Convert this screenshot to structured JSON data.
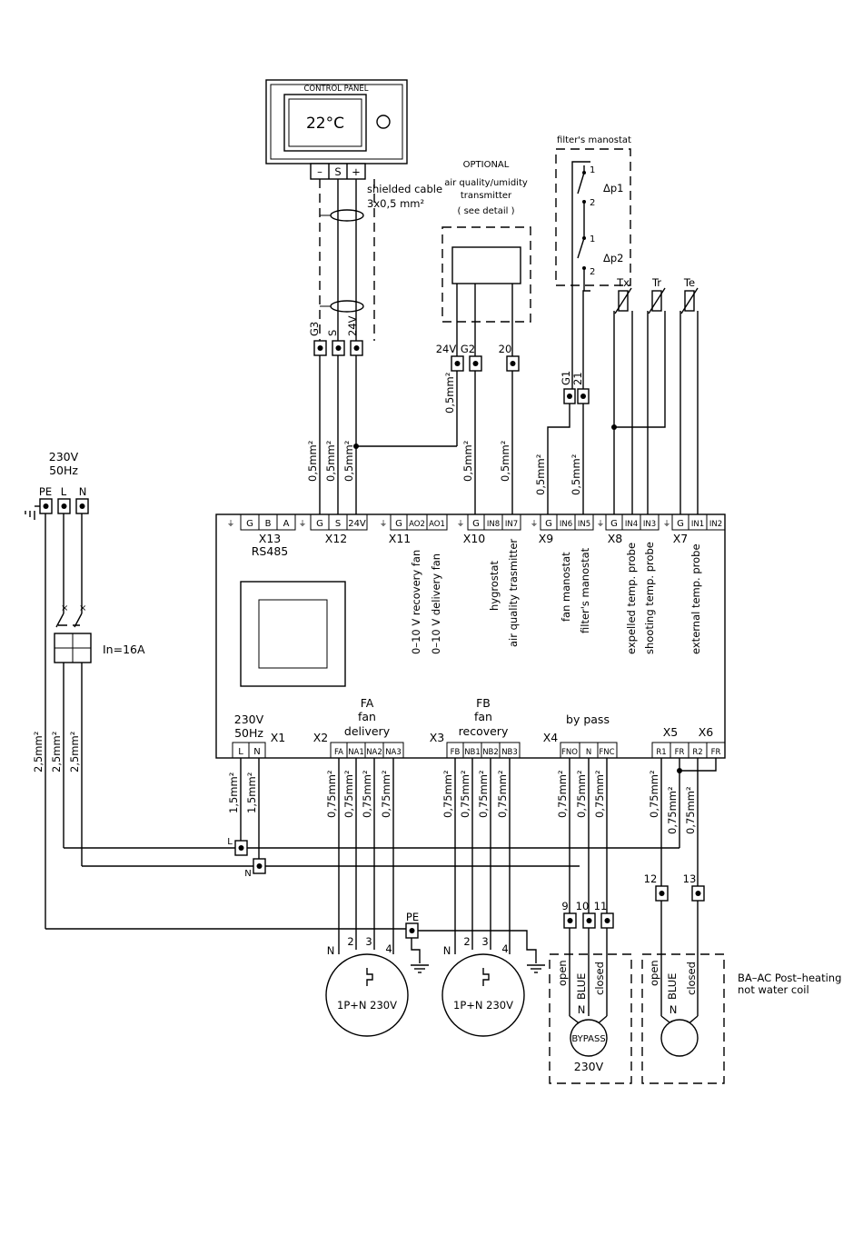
{
  "control_panel": {
    "title": "CONTROL PANEL",
    "display": "22°C",
    "terminals": [
      "–",
      "S",
      "+"
    ]
  },
  "cable_note": {
    "line1": "shielded cable",
    "line2": "3x0,5 mm²"
  },
  "optional_block": {
    "line1": "OPTIONAL",
    "line2": "air quality/umidity",
    "line3": "transmitter",
    "line4": "( see detail )"
  },
  "filters_manostat": {
    "title": "filter's manostat",
    "dp1": "Δp1",
    "dp2": "Δp2",
    "c1": "1",
    "c2": "2"
  },
  "probes": [
    "Tx",
    "Tr",
    "Te"
  ],
  "panel_terms": {
    "g3": "G3",
    "s": "S",
    "v24": "24V"
  },
  "opt_terms": {
    "v24": "24V",
    "g2": "G2",
    "t20": "20"
  },
  "man_terms": {
    "g1": "G1",
    "t21": "21"
  },
  "wire_05": "0,5mm²",
  "wire_075": "0,75mm²",
  "wire_15": "1,5mm²",
  "wire_25": "2,5mm²",
  "supply": {
    "voltage": "230V",
    "freq": "50Hz",
    "pe": "PE",
    "l": "L",
    "n": "N",
    "breaker": "In=16A"
  },
  "board": {
    "x13": {
      "cells": [
        "G",
        "B",
        "A"
      ],
      "label": "X13",
      "sub": "RS485"
    },
    "x12": {
      "cells": [
        "G",
        "S",
        "24V"
      ],
      "label": "X12"
    },
    "x11": {
      "cells": [
        "G",
        "AO2",
        "AO1"
      ],
      "label": "X11",
      "f1": "0–10 V recovery fan",
      "f2": "0–10 V delivery fan"
    },
    "x10": {
      "cells": [
        "G",
        "IN8",
        "IN7"
      ],
      "label": "X10",
      "f1": "hygrostat",
      "f2": "air quality trasmitter"
    },
    "x9": {
      "cells": [
        "G",
        "IN6",
        "IN5"
      ],
      "label": "X9",
      "f1": "fan manostat",
      "f2": "filter's manostat"
    },
    "x8": {
      "cells": [
        "G",
        "IN4",
        "IN3"
      ],
      "label": "X8",
      "f1": "expelled temp. probe",
      "f2": "shooting temp. probe"
    },
    "x7": {
      "cells": [
        "G",
        "IN1",
        "IN2"
      ],
      "label": "X7",
      "f1": "external temp. probe"
    },
    "x1": {
      "cells": [
        "L",
        "N"
      ],
      "label": "X1",
      "top1": "230V",
      "top2": "50Hz"
    },
    "x2": {
      "cells": [
        "FA",
        "NA1",
        "NA2",
        "NA3"
      ],
      "label": "X2",
      "top1": "FA",
      "top2": "fan",
      "top3": "delivery"
    },
    "x3": {
      "cells": [
        "FB",
        "NB1",
        "NB2",
        "NB3"
      ],
      "label": "X3",
      "top1": "FB",
      "top2": "fan",
      "top3": "recovery"
    },
    "x4": {
      "cells": [
        "FNO",
        "N",
        "FNC"
      ],
      "label": "X4",
      "top1": "by pass"
    },
    "x5": {
      "cells": [
        "R1",
        "FR"
      ],
      "label": "X5"
    },
    "x6": {
      "cells": [
        "R2",
        "FR"
      ],
      "label": "X6"
    }
  },
  "lower_terms": {
    "l": "L",
    "n": "N",
    "pe": "PE",
    "t9": "9",
    "t10": "10",
    "t11": "11",
    "t12": "12",
    "t13": "13"
  },
  "motors": {
    "label": "1P+N 230V",
    "pins": [
      "N",
      "2",
      "3",
      "4"
    ]
  },
  "bypass": {
    "open": "open",
    "blue": "BLUE",
    "closed": "closed",
    "n": "N",
    "motor": "BYPASS",
    "volt": "230V"
  },
  "post_heating": {
    "open": "open",
    "blue": "BLUE",
    "closed": "closed",
    "n": "N",
    "note1": "BA–AC Post–heating",
    "note2": "not water coil"
  }
}
